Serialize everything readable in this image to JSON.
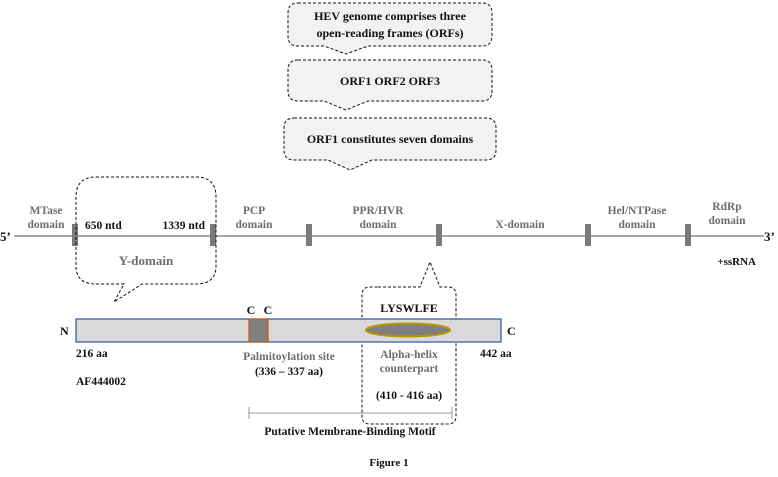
{
  "callouts": {
    "genome_line1": "HEV genome comprises three",
    "genome_line2": "open-reading frames (ORFs)",
    "orfs": "ORF1 ORF2 ORF3",
    "domains": "ORF1 constitutes seven domains"
  },
  "genome": {
    "five_prime": "5’",
    "three_prime": "3’",
    "strand": "+ssRNA",
    "domains": {
      "mtase": [
        "MTase",
        "domain"
      ],
      "pcp": [
        "PCP",
        "domain"
      ],
      "ppr": [
        "PPR/HVR",
        "domain"
      ],
      "x": "X-domain",
      "hel": [
        "Hel/NTPase",
        "domain"
      ],
      "rdrp": [
        "RdRp",
        "domain"
      ]
    },
    "y_start": "650 ntd",
    "y_end": "1339 ntd",
    "y_domain": "Y-domain"
  },
  "protein": {
    "n_term": "N",
    "c_term": "C",
    "start_aa": "216 aa",
    "end_aa": "442 aa",
    "accession": "AF444002",
    "cys1": "C",
    "cys2": "C",
    "palm_label": "Palmitoylation site",
    "palm_range": "(336 – 337 aa)",
    "motif_seq": "LYSWLFE",
    "helix_line1": "Alpha-helix",
    "helix_line2": "counterpart",
    "helix_range": "(410 - 416 aa)",
    "membrane_motif": "Putative Membrane-Binding Motif"
  },
  "figure_label": "Figure 1",
  "colors": {
    "genome_line": "#8c8c8c",
    "marker": "#7a7a7a",
    "callout_fill": "#f2f2f2",
    "protein_fill": "#d9d9d9",
    "protein_border": "#2f5597",
    "palm_fill": "#808080",
    "palm_border": "#c55a11",
    "helix_fill": "#7f7f7f",
    "helix_border": "#bf9000"
  }
}
